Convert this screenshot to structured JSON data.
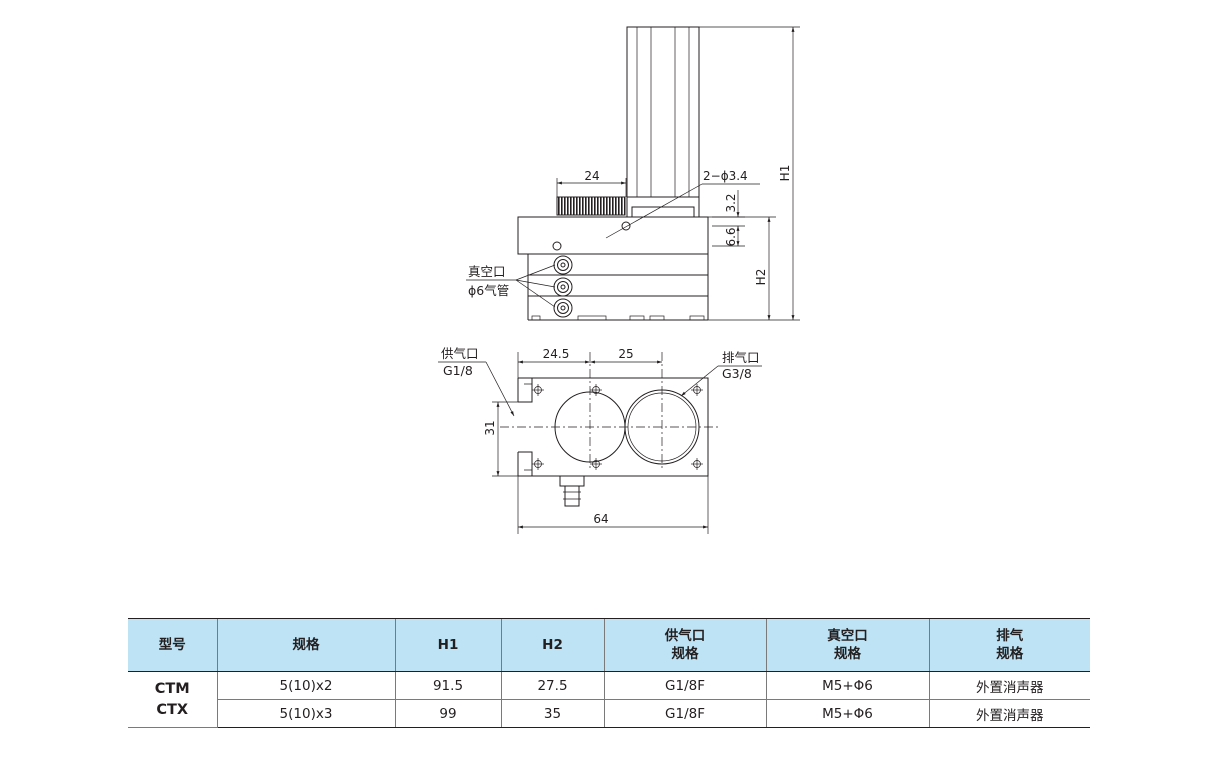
{
  "side_view": {
    "dim_24": "24",
    "hole_spec": "2−ϕ3.4",
    "dim_3_2": "3.2",
    "dim_6_6": "6.6",
    "h1_label": "H1",
    "h2_label": "H2",
    "vacuum_port_label": "真空口",
    "tube_label": "ϕ6气管"
  },
  "bottom_view": {
    "supply_port_label": "供气口",
    "supply_port_spec": "G1/8",
    "dim_24_5": "24.5",
    "dim_25": "25",
    "exhaust_port_label": "排气口",
    "exhaust_port_spec": "G3/8",
    "dim_31": "31",
    "dim_64": "64"
  },
  "table": {
    "headers": [
      [
        "型号"
      ],
      [
        "规格"
      ],
      [
        "H1"
      ],
      [
        "H2"
      ],
      [
        "供气口",
        "规格"
      ],
      [
        "真空口",
        "规格"
      ],
      [
        "排气",
        "规格"
      ]
    ],
    "model_lines": [
      "CTM",
      "CTX"
    ],
    "rows": [
      [
        "5(10)x2",
        "91.5",
        "27.5",
        "G1/8F",
        "M5+Φ6",
        "外置消声器"
      ],
      [
        "5(10)x3",
        "99",
        "35",
        "G1/8F",
        "M5+Φ6",
        "外置消声器"
      ]
    ]
  }
}
